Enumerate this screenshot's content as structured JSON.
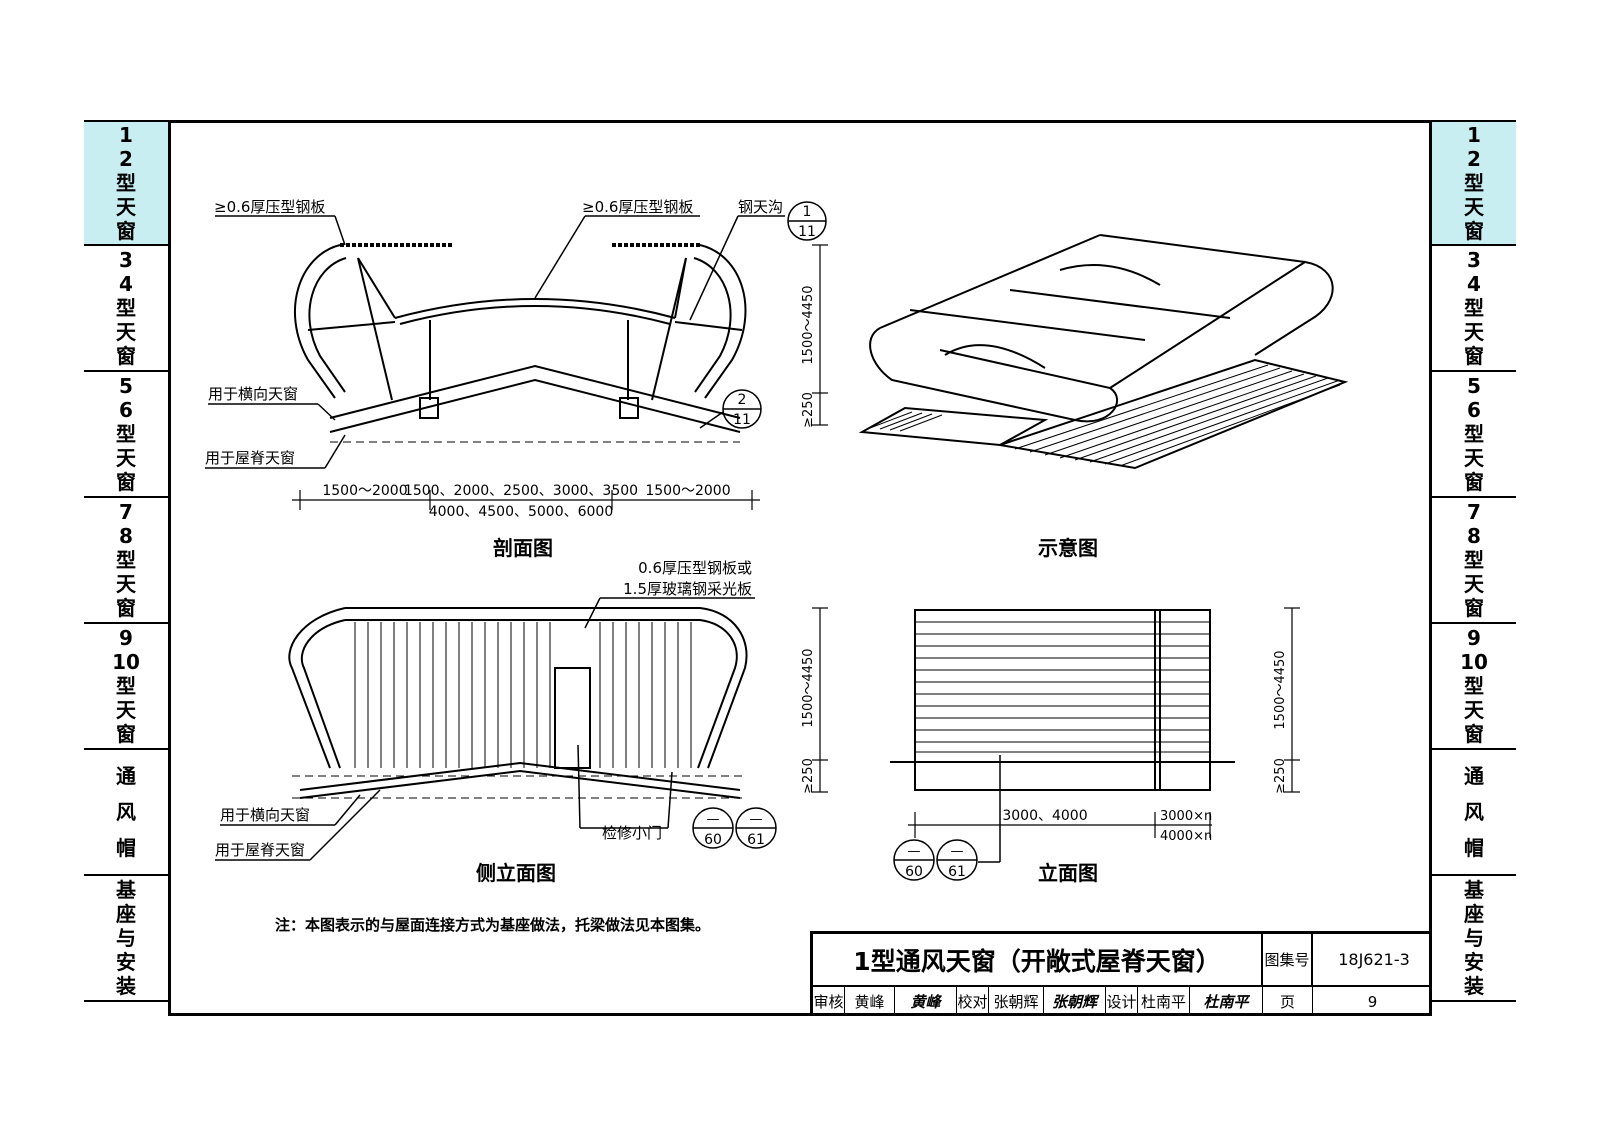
{
  "side_tabs": [
    {
      "lines": [
        "1",
        "2",
        "型",
        "天",
        "窗"
      ],
      "active": true
    },
    {
      "lines": [
        "3",
        "4",
        "型",
        "天",
        "窗"
      ],
      "active": false
    },
    {
      "lines": [
        "5",
        "6",
        "型",
        "天",
        "窗"
      ],
      "active": false
    },
    {
      "lines": [
        "7",
        "8",
        "型",
        "天",
        "窗"
      ],
      "active": false
    },
    {
      "lines": [
        "9",
        "10",
        "型",
        "天",
        "窗"
      ],
      "active": false
    },
    {
      "lines": [
        "通",
        "风",
        "帽"
      ],
      "active": false
    },
    {
      "lines": [
        "基",
        "座",
        "与",
        "安",
        "装"
      ],
      "active": false
    }
  ],
  "section": {
    "title": "剖面图",
    "label_roof_left": "≥0.6厚压型钢板",
    "label_roof_mid": "≥0.6厚压型钢板",
    "label_gutter": "钢天沟",
    "ref1": {
      "top": "1",
      "bottom": "11"
    },
    "ref2": {
      "top": "2",
      "bottom": "11"
    },
    "label_transverse": "用于横向天窗",
    "label_ridge": "用于屋脊天窗",
    "dim_height": "1500～4450",
    "dim_base": "≥250",
    "dim_left": "1500～2000",
    "dim_mid_1": "1500、2000、2500、3000、3500",
    "dim_mid_2": "4000、4500、5000、6000",
    "dim_right": "1500～2000"
  },
  "schematic": {
    "title": "示意图"
  },
  "side_elevation": {
    "title": "侧立面图",
    "label_panel_1": "0.6厚压型钢板或",
    "label_panel_2": "1.5厚玻璃钢采光板",
    "dim_height": "1500～4450",
    "dim_base": "≥250",
    "label_transverse": "用于横向天窗",
    "label_ridge": "用于屋脊天窗",
    "label_door": "检修小门",
    "ref_a": {
      "top": "—",
      "bottom": "60"
    },
    "ref_b": {
      "top": "—",
      "bottom": "61"
    }
  },
  "elevation": {
    "title": "立面图",
    "dim_height": "1500～4450",
    "dim_base": "≥250",
    "dim_length": "3000、4000",
    "dim_n1": "3000×n",
    "dim_n2": "4000×n",
    "ref_a": {
      "top": "—",
      "bottom": "60"
    },
    "ref_b": {
      "top": "—",
      "bottom": "61"
    }
  },
  "note": "注：本图表示的与屋面连接方式为基座做法，托梁做法见本图集。",
  "title_block": {
    "title": "1型通风天窗（开敞式屋脊天窗）",
    "atlas_label": "图集号",
    "atlas_no": "18J621-3",
    "review_label": "审核",
    "reviewer": "黄峰",
    "reviewer_sig": "黄峰",
    "check_label": "校对",
    "checker": "张朝辉",
    "checker_sig": "张朝辉",
    "design_label": "设计",
    "designer": "杜南平",
    "designer_sig": "杜南平",
    "page_label": "页",
    "page_no": "9"
  }
}
